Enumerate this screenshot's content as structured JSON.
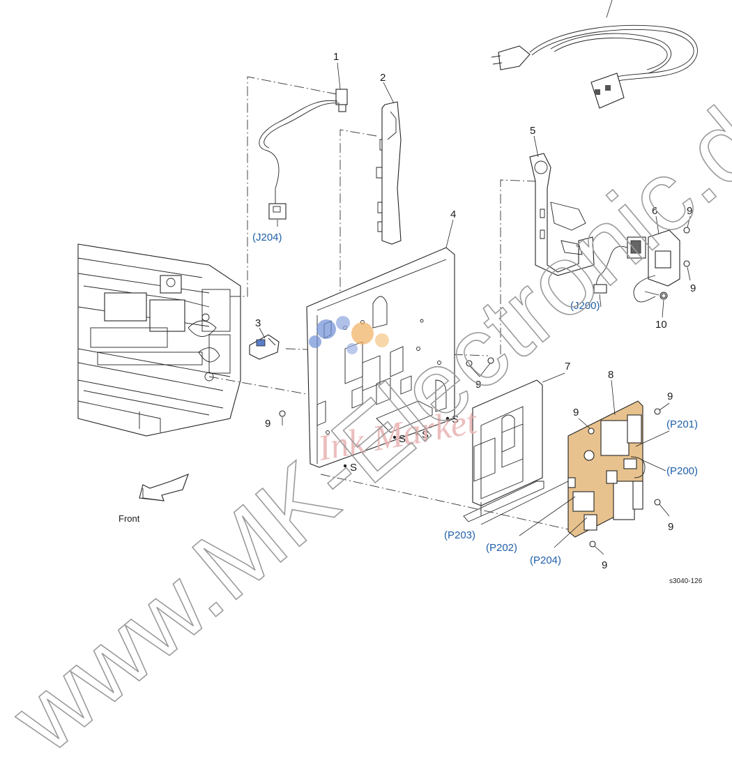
{
  "callouts": {
    "n1": "1",
    "n2": "2",
    "n3": "3",
    "n4": "4",
    "n5": "5",
    "n6": "6",
    "n7": "7",
    "n8": "8",
    "n9": "9",
    "n10": "10"
  },
  "connectors": {
    "j204": "(J204)",
    "j200": "(J200)",
    "p200": "(P200)",
    "p201": "(P201)",
    "p202": "(P202)",
    "p203": "(P203)",
    "p204": "(P204)"
  },
  "screw_mark": "S",
  "front_label": "Front",
  "figure_id": "s3040-126",
  "watermark": {
    "main": "www.MK-Electronic.de",
    "secondary": "Ink Market"
  },
  "colors": {
    "connector_text": "#1f5fa8",
    "pcb_fill": "#e8c28e",
    "watermark_logo_blue": "#6f8fd6",
    "watermark_logo_orange": "#f0b060",
    "watermark_secondary": "#e9b3b3"
  }
}
